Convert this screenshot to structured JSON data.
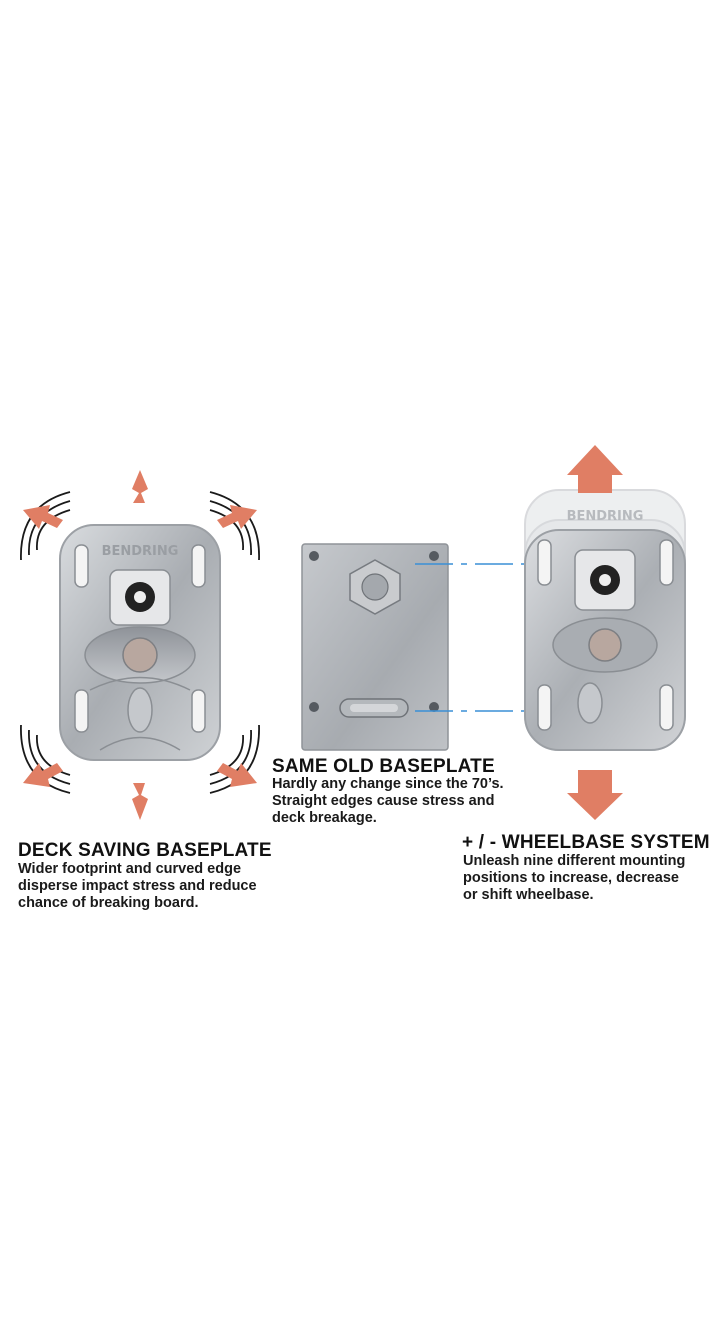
{
  "left_panel": {
    "product_lettering": "BENDRING",
    "heading": "DECK SAVING BASEPLATE",
    "description_lines": [
      "Wider footprint and curved edge",
      "disperse impact stress and reduce",
      "chance of breaking board."
    ]
  },
  "center_panel": {
    "heading": "SAME OLD BASEPLATE",
    "description_lines": [
      "Hardly any change since the 70’s.",
      "Straight edges cause stress and",
      "deck breakage."
    ]
  },
  "right_panel": {
    "product_lettering": "BENDRING",
    "heading": "+ / - WHEELBASE SYSTEM",
    "description_lines": [
      "Unleash nine different mounting",
      "positions to increase, decrease",
      "or shift wheelbase."
    ]
  },
  "colors": {
    "arrow": "#e07e64",
    "guide_line": "#3a8fd6",
    "metal": "#b9bcc0"
  }
}
